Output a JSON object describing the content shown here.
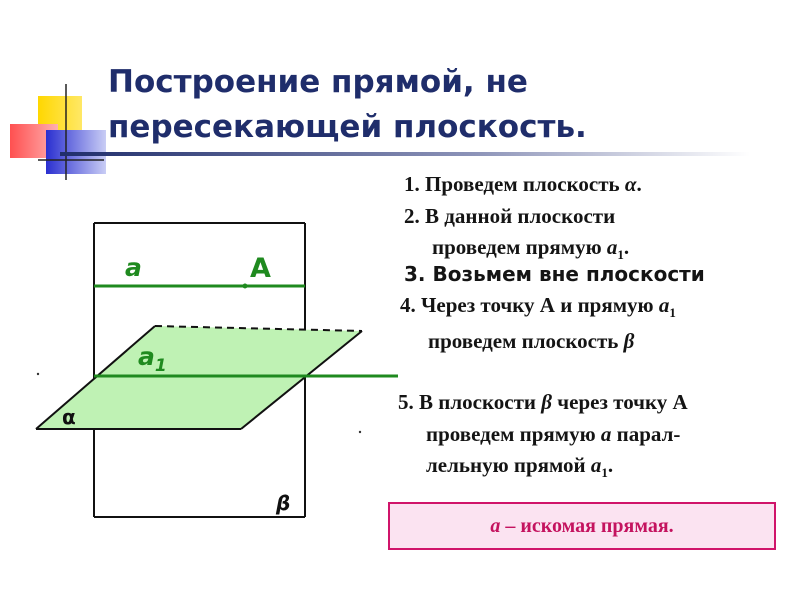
{
  "title": {
    "line1": "Построение прямой, не",
    "line2": "пересекающей плоскость."
  },
  "steps": {
    "s1_text": "1. Проведем плоскость ",
    "s1_symbol": "α",
    "s1_end": ".",
    "s2_line1": "2. В данной плоскости",
    "s2_line2_text": "проведем прямую ",
    "s2_line2_var": "а",
    "s2_line2_sub": "1",
    "s2_line2_end": ".",
    "s3": "3. Возьмем вне плоскости",
    "s4_line1_text": "4. Через точку А и прямую ",
    "s4_line1_var": "а",
    "s4_line1_sub": "1",
    "s4_line2_text": "проведем плоскость ",
    "s4_line2_var": "β",
    "s5_line1_text": "5. В плоскости ",
    "s5_line1_var": "β",
    "s5_line1_end": " через точку А",
    "s5_line2_text": "проведем прямую ",
    "s5_line2_var": "а",
    "s5_line2_end": " парал-",
    "s5_line3_text": "лельную прямой ",
    "s5_line3_var": "а",
    "s5_line3_sub": "1",
    "s5_line3_end": "."
  },
  "result": {
    "var": "а",
    "text": " – искомая прямая."
  },
  "diagram": {
    "label_a": "а",
    "label_A": "A",
    "label_a1": "а",
    "label_a1_sub": "1",
    "label_alpha": "α",
    "label_beta": "β"
  },
  "colors": {
    "title": "#1f2d6b",
    "plane_fill": "#bff2b4",
    "line_green": "#1f8a1f",
    "result_text": "#c4135f",
    "result_bg": "#fbe3f1"
  }
}
